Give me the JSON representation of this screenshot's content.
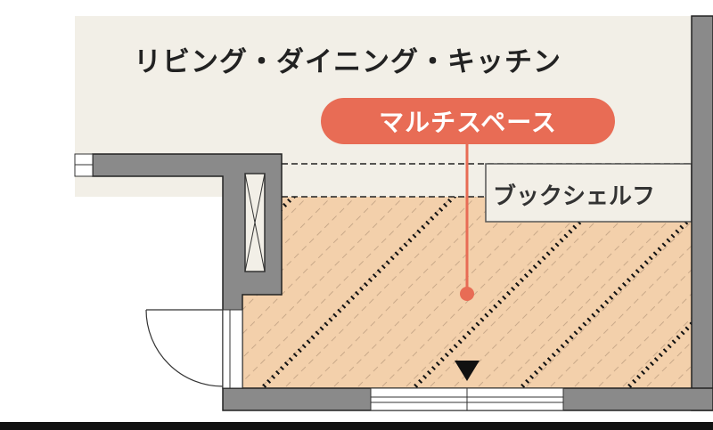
{
  "room_name": "リビング・ダイニング・キッチン",
  "callout_label": "マルチスペース",
  "bookshelf_label": "ブックシェルフ",
  "colors": {
    "wall": "#8a8a8a",
    "living_floor": "#f2efe7",
    "multispace_floor": "#f3d0ab",
    "accent": "#e86c55",
    "dotted_stripe": "#111111"
  },
  "icons": {
    "entrance_marker": "down-triangle"
  }
}
